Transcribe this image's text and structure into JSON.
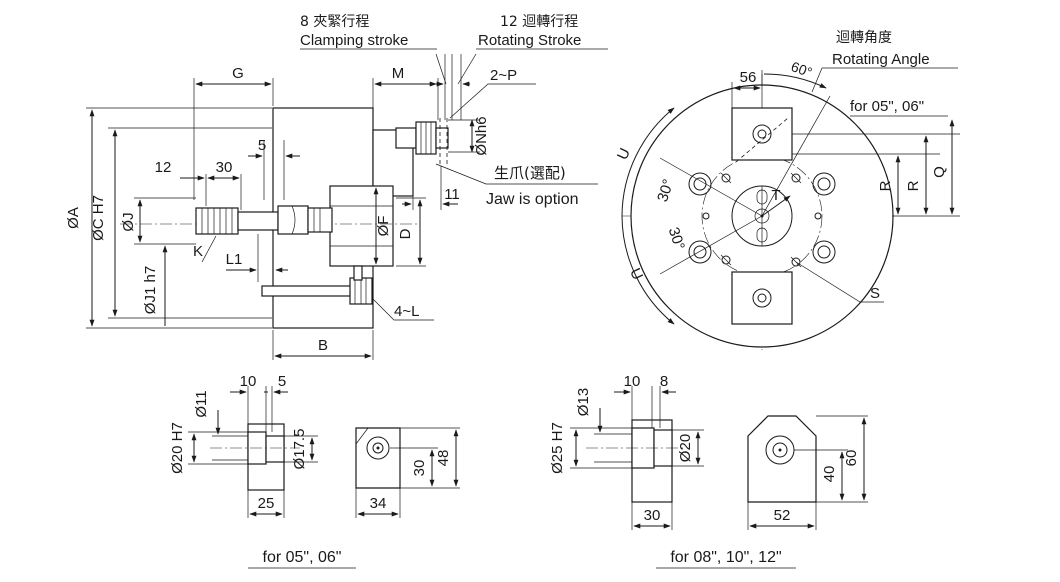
{
  "side_view": {
    "clamping_stroke_cn": "8 夾緊行程",
    "clamping_stroke_en": "Clamping stroke",
    "rotating_stroke_cn": "12 迴轉行程",
    "rotating_stroke_en": "Rotating Stroke",
    "dim_G": "G",
    "dim_M": "M",
    "dim_2P": "2~P",
    "dim_phiN": "ØNh6",
    "dim_5": "5",
    "dim_12": "12",
    "dim_30": "30",
    "dim_phiA": "ØA",
    "dim_phiC": "ØC H7",
    "dim_phiJ": "ØJ",
    "dim_phiJ1": "ØJ1 h7",
    "dim_K": "K",
    "dim_L1": "L1",
    "dim_phiF": "ØF",
    "dim_D": "D",
    "dim_11": "11",
    "jaw_note_cn": "生爪(選配)",
    "jaw_note_en": "Jaw is option",
    "dim_4L": "4~L",
    "dim_B": "B"
  },
  "front_view": {
    "rotating_angle_cn": "迴轉角度",
    "rotating_angle_en": "Rotating Angle",
    "dim_56": "56",
    "dim_60deg": "60°",
    "size_note": "for 05\", 06\"",
    "dim_U_top": "U",
    "dim_U_bottom": "U",
    "dim_30deg_top": "30°",
    "dim_30deg_bottom": "30°",
    "dim_T": "T",
    "dim_R1": "R",
    "dim_R2": "R",
    "dim_Q": "Q",
    "dim_S": "S"
  },
  "jaw_small": {
    "dim_10": "10",
    "dim_5": "5",
    "dim_phi11": "Ø11",
    "dim_phi20": "Ø20 H7",
    "dim_phi17_5": "Ø17.5",
    "dim_25": "25",
    "dim_30": "30",
    "dim_48": "48",
    "dim_34": "34",
    "caption": "for 05\", 06\""
  },
  "jaw_large": {
    "dim_10": "10",
    "dim_8": "8",
    "dim_phi13": "Ø13",
    "dim_phi25": "Ø25 H7",
    "dim_phi20": "Ø20",
    "dim_30": "30",
    "dim_40": "40",
    "dim_60": "60",
    "dim_52": "52",
    "caption": "for 08\", 10\", 12\""
  }
}
